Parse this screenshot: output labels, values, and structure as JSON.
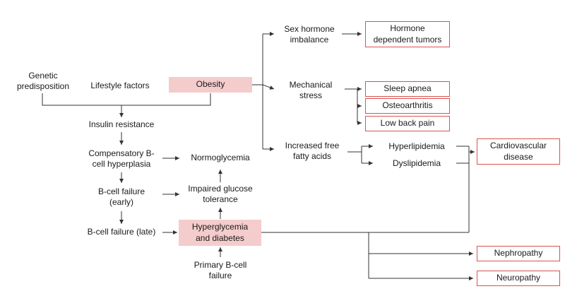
{
  "nodes": {
    "genetic": "Genetic\npredisposition",
    "lifestyle": "Lifestyle factors",
    "obesity": "Obesity",
    "insulin_resistance": "Insulin resistance",
    "compensatory": "Compensatory B-\ncell hyperplasia",
    "bcell_early": "B-cell failure\n(early)",
    "bcell_late": "B-cell failure (late)",
    "normoglycemia": "Normoglycemia",
    "impaired_glucose": "Impaired glucose\ntolerance",
    "hyperglycemia": "Hyperglycemia\nand diabetes",
    "primary_bcell": "Primary B-cell\nfailure",
    "sex_hormone": "Sex hormone\nimbalance",
    "mechanical_stress": "Mechanical\nstress",
    "free_fatty_acids": "Increased free\nfatty acids",
    "hormone_tumors": "Hormone\ndependent tumors",
    "sleep_apnea": "Sleep apnea",
    "osteoarthritis": "Osteoarthritis",
    "low_back_pain": "Low back pain",
    "hyperlipidemia": "Hyperlipidemia",
    "dyslipidemia": "Dyslipidemia",
    "cardiovascular": "Cardiovascular\ndisease",
    "nephropathy": "Nephropathy",
    "neuropathy": "Neuropathy"
  },
  "colors": {
    "highlight_fill": "#f4cccc",
    "outline_border": "#d9534f",
    "line": "#333333"
  }
}
